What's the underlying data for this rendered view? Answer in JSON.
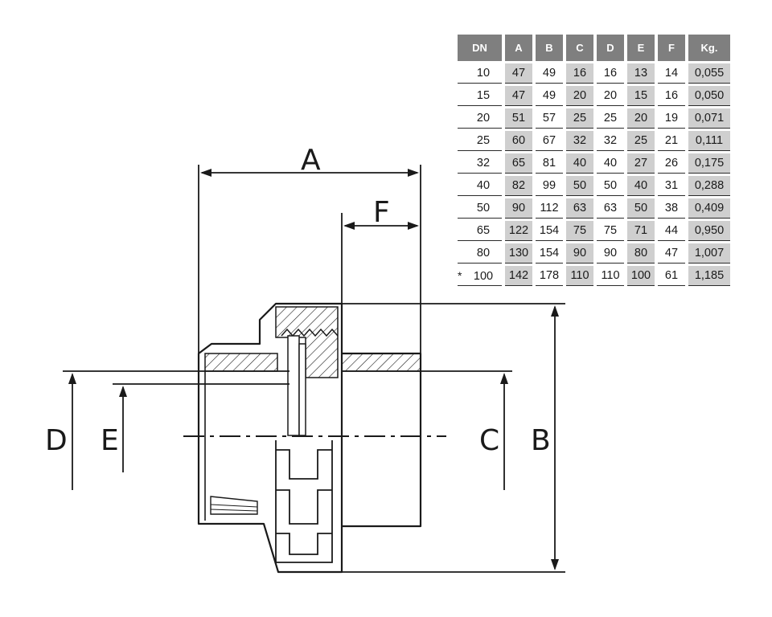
{
  "diagram": {
    "labels": {
      "A": "A",
      "B": "B",
      "C": "C",
      "D": "D",
      "E": "E",
      "F": "F"
    }
  },
  "table": {
    "headers": [
      "DN",
      "A",
      "B",
      "C",
      "D",
      "E",
      "F",
      "Kg."
    ],
    "rows": [
      {
        "mark": "",
        "cells": [
          "10",
          "47",
          "49",
          "16",
          "16",
          "13",
          "14",
          "0,055"
        ]
      },
      {
        "mark": "",
        "cells": [
          "15",
          "47",
          "49",
          "20",
          "20",
          "15",
          "16",
          "0,050"
        ]
      },
      {
        "mark": "",
        "cells": [
          "20",
          "51",
          "57",
          "25",
          "25",
          "20",
          "19",
          "0,071"
        ]
      },
      {
        "mark": "",
        "cells": [
          "25",
          "60",
          "67",
          "32",
          "32",
          "25",
          "21",
          "0,111"
        ]
      },
      {
        "mark": "",
        "cells": [
          "32",
          "65",
          "81",
          "40",
          "40",
          "27",
          "26",
          "0,175"
        ]
      },
      {
        "mark": "",
        "cells": [
          "40",
          "82",
          "99",
          "50",
          "50",
          "40",
          "31",
          "0,288"
        ]
      },
      {
        "mark": "",
        "cells": [
          "50",
          "90",
          "112",
          "63",
          "63",
          "50",
          "38",
          "0,409"
        ]
      },
      {
        "mark": "",
        "cells": [
          "65",
          "122",
          "154",
          "75",
          "75",
          "71",
          "44",
          "0,950"
        ]
      },
      {
        "mark": "",
        "cells": [
          "80",
          "130",
          "154",
          "90",
          "90",
          "80",
          "47",
          "1,007"
        ]
      },
      {
        "mark": "*",
        "cells": [
          "100",
          "142",
          "178",
          "110",
          "110",
          "100",
          "61",
          "1,185"
        ]
      }
    ]
  }
}
